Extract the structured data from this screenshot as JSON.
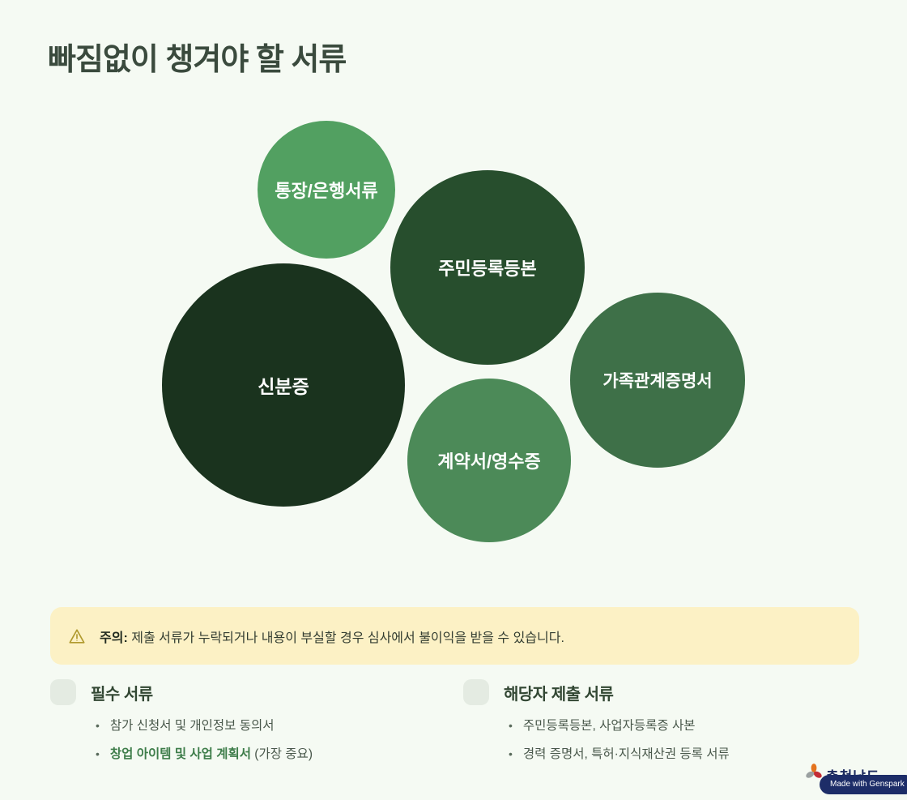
{
  "page": {
    "title": "빠짐없이 챙겨야 할 서류",
    "background_color": "#f5faf3"
  },
  "bubbles": [
    {
      "label": "통장/은행서류",
      "color": "#52a061"
    },
    {
      "label": "주민등록등본",
      "color": "#274e2d"
    },
    {
      "label": "신분증",
      "color": "#1a331e"
    },
    {
      "label": "가족관계증명서",
      "color": "#3e7048"
    },
    {
      "label": "계약서/영수증",
      "color": "#4c8a58"
    }
  ],
  "warning": {
    "icon": "warning-triangle-icon",
    "icon_color": "#b09a2e",
    "background": "#fcf1c5",
    "label": "주의:",
    "text": "제출 서류가 누락되거나 내용이 부실할 경우 심사에서 불이익을 받을 수 있습니다."
  },
  "sections": {
    "required": {
      "heading": "필수 서류",
      "items": [
        {
          "text": "참가 신청서 및 개인정보 동의서"
        },
        {
          "highlight": "창업 아이템 및 사업 계획서",
          "suffix": " (가장 중요)"
        }
      ]
    },
    "conditional": {
      "heading": "해당자 제출 서류",
      "items": [
        {
          "text": "주민등록등본, 사업자등록증 사본"
        },
        {
          "text": "경력 증명서, 특허·지식재산권 등록 서류"
        }
      ]
    }
  },
  "footer": {
    "logo_text": "충청남도",
    "badge_label": "Made with Genspark",
    "badge_color": "#1d2d68"
  },
  "colors": {
    "title": "#3a4a3d",
    "heading": "#324733",
    "body_text": "#49584b",
    "highlight_green": "#3e7d4a"
  }
}
